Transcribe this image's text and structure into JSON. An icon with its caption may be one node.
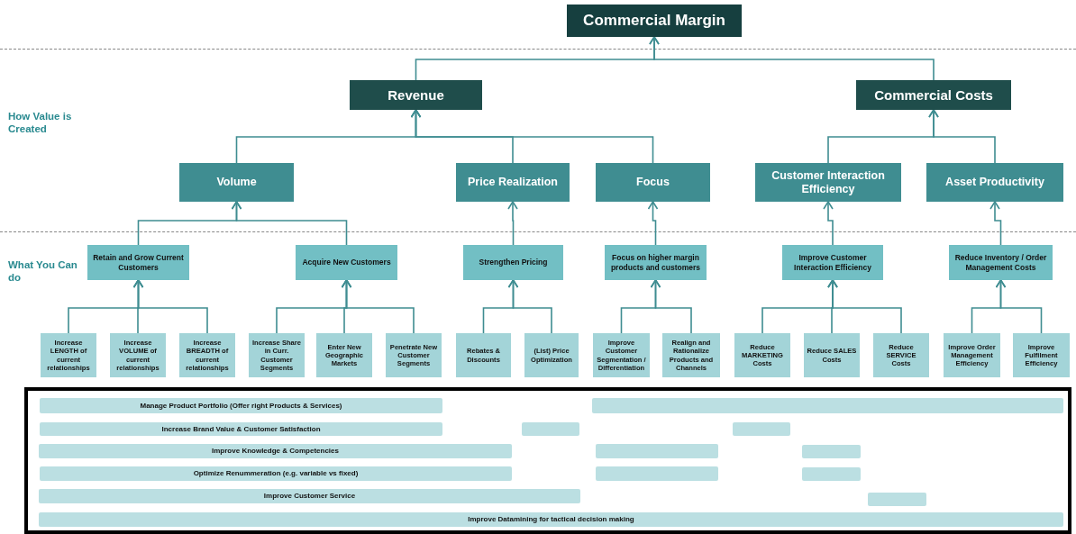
{
  "diagram": {
    "nodes": [
      {
        "text": [
          "Commercial Margin"
        ]
      },
      {
        "text": [
          "Revenue"
        ]
      },
      {
        "text": [
          "Commercial Costs"
        ]
      },
      {
        "text": [
          "Volume"
        ]
      },
      {
        "text": [
          "Price Realization"
        ]
      },
      {
        "text": [
          "Focus"
        ]
      },
      {
        "text": [
          "Customer Interaction Efficiency"
        ]
      },
      {
        "text": [
          "Asset Productivity"
        ]
      },
      {
        "text": [
          "Retain and Grow Current Customers"
        ]
      },
      {
        "text": [
          "Acquire New Customers"
        ]
      },
      {
        "text": [
          "Strengthen Pricing"
        ]
      },
      {
        "text": [
          "Focus on higher margin products and customers"
        ]
      },
      {
        "text": [
          "Improve Customer Interaction Efficiency"
        ]
      },
      {
        "text": [
          "Reduce Inventory / Order Management Costs"
        ]
      },
      {
        "text": [
          "Increase LENGTH of current relationships"
        ]
      },
      {
        "text": [
          "Increase VOLUME of current relationships"
        ]
      },
      {
        "text": [
          "Increase BREADTH of current relationships"
        ]
      },
      {
        "text": [
          "Increase Share in Curr. Customer Segments"
        ]
      },
      {
        "text": [
          "Enter New Geographic Markets"
        ]
      },
      {
        "text": [
          "Penetrate New Customer Segments"
        ]
      },
      {
        "text": [
          "Rebates & Discounts"
        ]
      },
      {
        "text": [
          "(List) Price Optimization"
        ]
      },
      {
        "text": [
          "Improve Customer Segmentation / Differentiation"
        ]
      },
      {
        "text": [
          "Realign and Rationalize Products and Channels"
        ]
      },
      {
        "text": [
          "Reduce MARKETING Costs"
        ]
      },
      {
        "text": [
          "Reduce SALES Costs"
        ]
      },
      {
        "text": [
          "Reduce SERVICE Costs"
        ]
      },
      {
        "text": [
          "Improve Order Management Efficiency"
        ]
      },
      {
        "text": [
          "Improve Fulfilment Efficiency"
        ]
      },
      {
        "text": [],
        "shape": "box"
      },
      {
        "text": [
          "Manage Product Portfolio (Offer right Products & Services)"
        ],
        "in": 29
      },
      {
        "text": [],
        "shape": "bar",
        "in": 29
      },
      {
        "text": [
          "Increase Brand Value & Customer Satisfaction"
        ],
        "in": 29
      },
      {
        "text": [],
        "shape": "bar",
        "in": 29
      },
      {
        "text": [],
        "shape": "bar",
        "in": 29
      },
      {
        "text": [
          "Improve Knowledge & Competencies"
        ],
        "in": 29
      },
      {
        "text": [],
        "shape": "bar",
        "in": 29
      },
      {
        "text": [],
        "shape": "bar",
        "in": 29
      },
      {
        "text": [
          "Optimize Renummeration (e.g. variable vs fixed)"
        ],
        "in": 29
      },
      {
        "text": [],
        "shape": "bar",
        "in": 29
      },
      {
        "text": [],
        "shape": "bar",
        "in": 29
      },
      {
        "text": [
          "Improve Customer Service"
        ],
        "in": 29
      },
      {
        "text": [],
        "shape": "bar",
        "in": 29
      },
      {
        "text": [
          "Improve Datamining for tactical decision making"
        ],
        "in": 29
      }
    ],
    "edges": [
      {
        "from": 1,
        "to": 0,
        "arrow": "to"
      },
      {
        "from": 2,
        "to": 0,
        "arrow": "to"
      },
      {
        "from": 3,
        "to": 1,
        "arrow": "to"
      },
      {
        "from": 4,
        "to": 1,
        "arrow": "to"
      },
      {
        "from": 5,
        "to": 1,
        "arrow": "to"
      },
      {
        "from": 6,
        "to": 2,
        "arrow": "to"
      },
      {
        "from": 7,
        "to": 2,
        "arrow": "to"
      },
      {
        "from": 8,
        "to": 3,
        "arrow": "to"
      },
      {
        "from": 9,
        "to": 3,
        "arrow": "to"
      },
      {
        "from": 10,
        "to": 4,
        "arrow": "to"
      },
      {
        "from": 11,
        "to": 5,
        "arrow": "to"
      },
      {
        "from": 12,
        "to": 6,
        "arrow": "to"
      },
      {
        "from": 13,
        "to": 7,
        "arrow": "to"
      },
      {
        "from": 14,
        "to": 8,
        "arrow": "to"
      },
      {
        "from": 15,
        "to": 8,
        "arrow": "to"
      },
      {
        "from": 16,
        "to": 8,
        "arrow": "to"
      },
      {
        "from": 17,
        "to": 9,
        "arrow": "to"
      },
      {
        "from": 18,
        "to": 9,
        "arrow": "to"
      },
      {
        "from": 19,
        "to": 9,
        "arrow": "to"
      },
      {
        "from": 20,
        "to": 10,
        "arrow": "to"
      },
      {
        "from": 21,
        "to": 10,
        "arrow": "to"
      },
      {
        "from": 22,
        "to": 11,
        "arrow": "to"
      },
      {
        "from": 23,
        "to": 11,
        "arrow": "to"
      },
      {
        "from": 24,
        "to": 12,
        "arrow": "to"
      },
      {
        "from": 25,
        "to": 12,
        "arrow": "to"
      },
      {
        "from": 26,
        "to": 12,
        "arrow": "to"
      },
      {
        "from": 27,
        "to": 13,
        "arrow": "to"
      },
      {
        "from": 28,
        "to": 13,
        "arrow": "to"
      }
    ],
    "labels": [
      "How Value is Created",
      "What You Can do"
    ]
  }
}
